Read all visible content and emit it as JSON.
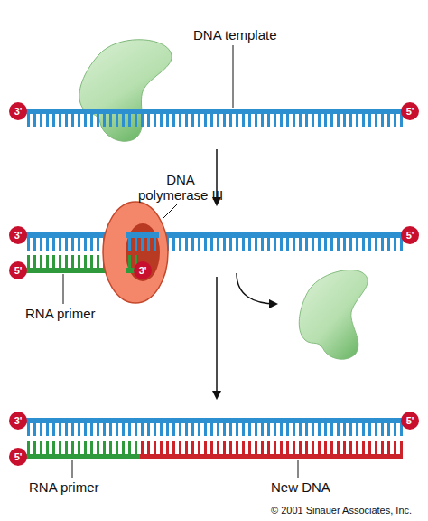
{
  "diagram": {
    "nodes": [
      {
        "text": [
          "3'"
        ]
      },
      {
        "text": [
          "5'"
        ]
      },
      {
        "text": [
          "3'"
        ]
      },
      {
        "text": [
          "5'"
        ]
      },
      {
        "text": [
          "5'"
        ]
      },
      {
        "text": [
          "3'"
        ]
      },
      {
        "text": [
          "3'"
        ]
      },
      {
        "text": [
          "5'"
        ]
      },
      {
        "text": [
          "5'"
        ]
      }
    ],
    "labels": [
      "DNA template",
      "DNA polymerase III",
      "RNA primer",
      "RNA primer",
      "New DNA",
      "© 2001 Sinauer Associates, Inc."
    ]
  }
}
